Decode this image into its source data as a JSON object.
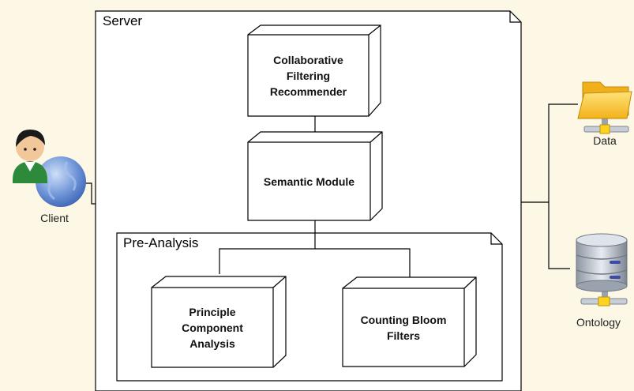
{
  "diagram": {
    "server": {
      "title": "Server"
    },
    "pre_analysis": {
      "title": "Pre-Analysis"
    },
    "nodes": {
      "cf_recommender": "Collaborative\nFiltering\nRecommender",
      "semantic_module": "Semantic Module",
      "pca": "Principle\nComponent\nAnalysis",
      "cbf": "Counting Bloom\nFilters"
    },
    "actors": {
      "client": {
        "label": "Client",
        "icon": "user-globe-icon"
      },
      "data": {
        "label": "Data",
        "icon": "network-folder-icon"
      },
      "ontology": {
        "label": "Ontology",
        "icon": "database-icon"
      }
    }
  }
}
